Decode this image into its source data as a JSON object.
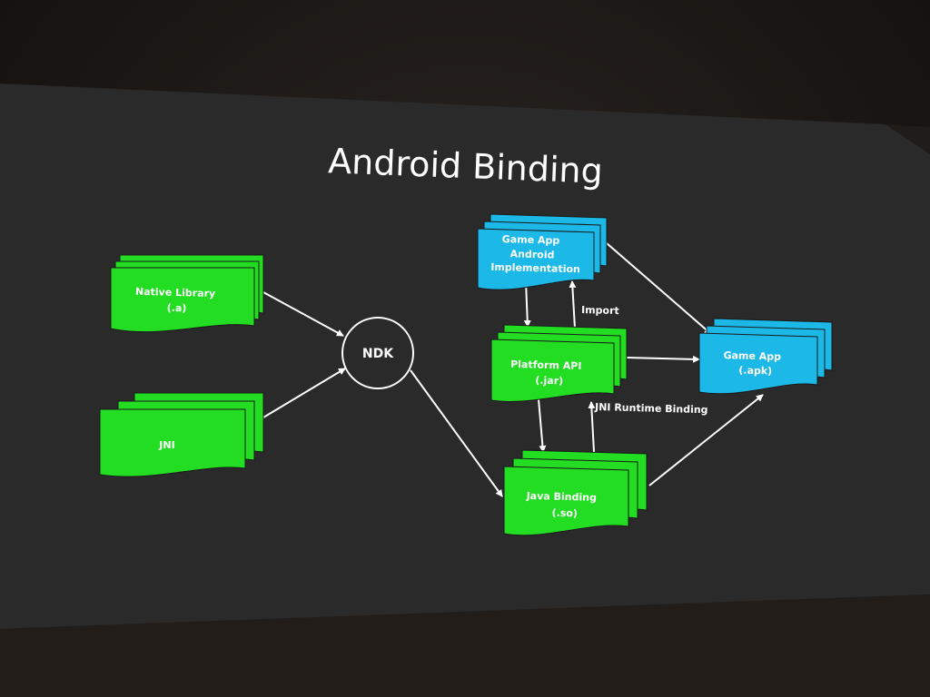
{
  "slide": {
    "title": "Android Binding"
  },
  "nodes": {
    "native_library": {
      "lines": [
        "Native Library",
        "(.a)"
      ]
    },
    "jni": {
      "lines": [
        "JNI"
      ]
    },
    "ndk": {
      "label": "NDK"
    },
    "game_app_android": {
      "lines": [
        "Game App",
        "Android",
        "Implementation"
      ]
    },
    "platform_api": {
      "lines": [
        "Platform API",
        "(.jar)"
      ]
    },
    "java_binding": {
      "lines": [
        "Java Binding",
        "(.so)"
      ]
    },
    "game_app_apk": {
      "lines": [
        "Game App",
        "(.apk)"
      ]
    }
  },
  "edge_labels": {
    "import": "Import",
    "jni_runtime_binding": "JNI Runtime Binding"
  },
  "colors": {
    "green_box": "#22dd22",
    "blue_box": "#1cb8e8",
    "slide_bg": "#2a2a2a",
    "room_bg": "#1a1613",
    "text": "#ffffff"
  }
}
